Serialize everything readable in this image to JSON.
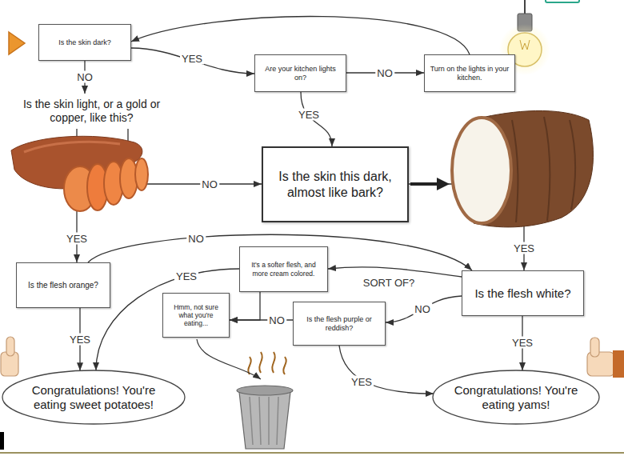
{
  "diagram": {
    "nodes": [
      {
        "text": [
          "Is the skin dark?"
        ]
      },
      {
        "text": [
          "Are your kitchen lights on?"
        ]
      },
      {
        "text": [
          "Turn on the lights in your kitchen."
        ]
      },
      {
        "text": [
          "Is the skin light, or a gold or copper, like this?"
        ]
      },
      {
        "text": [
          "Is the skin this dark, almost like bark?"
        ]
      },
      {
        "text": [
          "Is the flesh orange?"
        ]
      },
      {
        "text": [
          "It's a softer flesh, and more cream colored."
        ]
      },
      {
        "text": [
          "Is the flesh white?"
        ]
      },
      {
        "text": [
          "Hmm, not sure what you're eating..."
        ]
      },
      {
        "text": [
          "Is the flesh purple or reddish?"
        ]
      },
      {
        "text": [
          "Congratulations! You're eating sweet potatoes!"
        ]
      },
      {
        "text": [
          "Congratulations! You're eating yams!"
        ]
      }
    ],
    "edges": [
      {
        "from": 0,
        "to": 1,
        "label": "YES",
        "arrow": "to"
      },
      {
        "from": 1,
        "to": 2,
        "label": "NO",
        "arrow": "to"
      },
      {
        "from": 2,
        "to": 0,
        "arrow": "to"
      },
      {
        "from": 0,
        "to": 3,
        "label": "NO",
        "arrow": "to"
      },
      {
        "from": 1,
        "to": 4,
        "label": "YES",
        "arrow": "to"
      },
      {
        "from": 3,
        "to": 5,
        "label": "YES",
        "arrow": "to"
      },
      {
        "from": 3,
        "to": 4,
        "label": "NO",
        "arrow": "to"
      },
      {
        "from": 4,
        "to": 7,
        "label": "YES",
        "arrow": "to"
      },
      {
        "from": 7,
        "to": 11,
        "label": "YES",
        "arrow": "to"
      },
      {
        "from": 7,
        "to": 6,
        "label": "SORT OF?",
        "arrow": "to"
      },
      {
        "from": 7,
        "to": 9,
        "label": "NO",
        "arrow": "to"
      },
      {
        "from": 5,
        "to": 7,
        "label": "NO",
        "arrow": "to"
      },
      {
        "from": 5,
        "to": 10,
        "label": "YES",
        "arrow": "to"
      },
      {
        "from": 6,
        "to": 10,
        "label": "YES",
        "arrow": "to"
      },
      {
        "from": 9,
        "to": 8,
        "label": "NO",
        "arrow": "to"
      },
      {
        "from": 6,
        "to": 8,
        "arrow": "to"
      },
      {
        "from": 9,
        "to": 11,
        "label": "YES",
        "arrow": "to"
      }
    ]
  }
}
